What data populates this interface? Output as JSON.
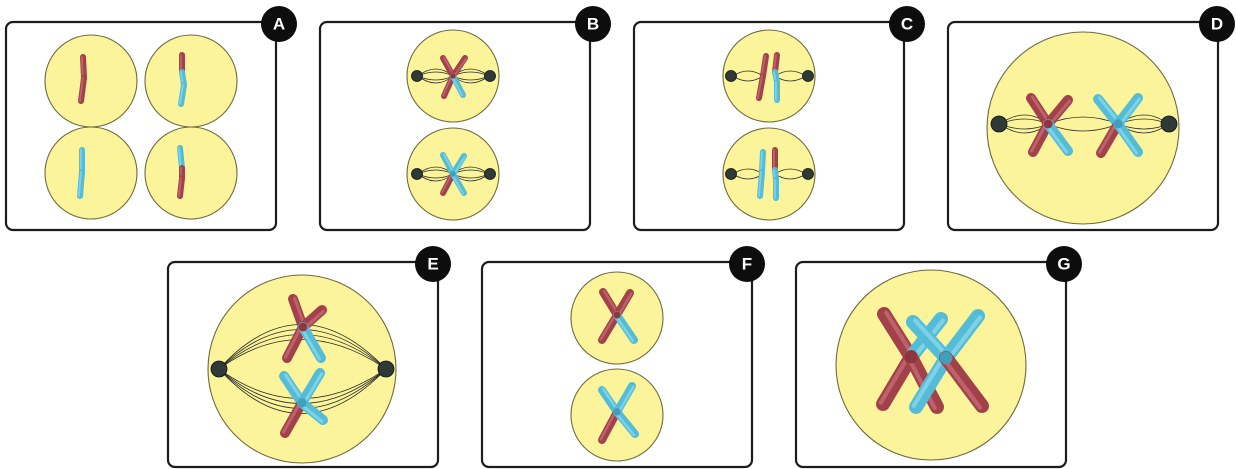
{
  "diagram": {
    "panels": [
      {
        "id": "A",
        "label": "A"
      },
      {
        "id": "B",
        "label": "B"
      },
      {
        "id": "C",
        "label": "C"
      },
      {
        "id": "D",
        "label": "D"
      },
      {
        "id": "E",
        "label": "E"
      },
      {
        "id": "F",
        "label": "F"
      },
      {
        "id": "G",
        "label": "G"
      }
    ],
    "colors": {
      "cell_fill": "#fbf49a",
      "maternal_red": "#a8404a",
      "paternal_blue": "#4fb8d6",
      "pole": "#2f3a36",
      "badge": "#0d0d0d"
    }
  }
}
